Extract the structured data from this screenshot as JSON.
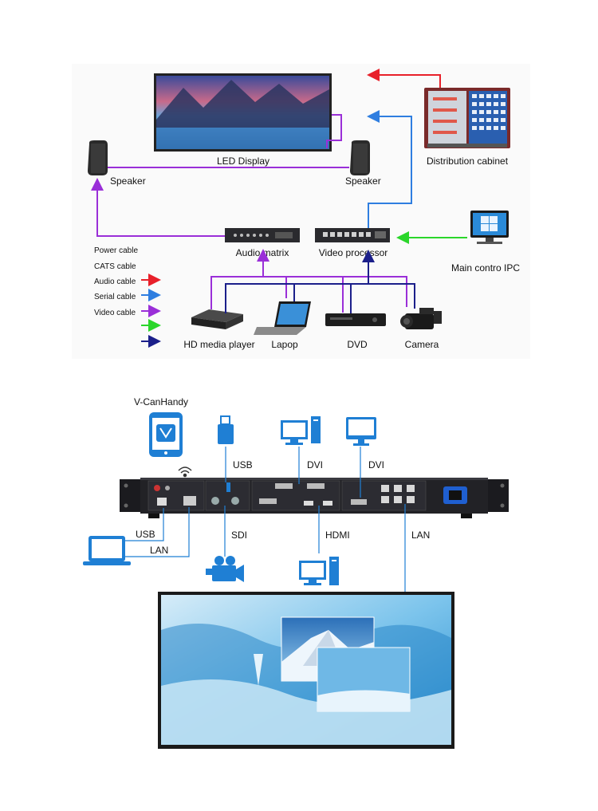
{
  "top": {
    "led_display": "LED  Display",
    "distribution_cabinet": "Distribution cabinet",
    "speaker_left": "Speaker",
    "speaker_right": "Speaker",
    "audio_matrix": "Audio matrix",
    "video_processor": "Video processor",
    "main_ipc": "Main contro IPC",
    "hd_player": "HD media player",
    "laptop": "Lapop",
    "dvd": "DVD",
    "camera": "Camera"
  },
  "legend": {
    "items": [
      "Power cable",
      "CATS cable",
      "Audio cable",
      "Serial cable",
      "Video cable"
    ],
    "arrow_colors": [
      "#e8202a",
      "#2f7ee0",
      "#9a2fd8",
      "#2bd62b",
      "#1b1f8a"
    ]
  },
  "bottom": {
    "app_label": "V-CanHandy",
    "usb_top": "USB",
    "dvi_1": "DVI",
    "dvi_2": "DVI",
    "usb_left": "USB",
    "lan_left": "LAN",
    "sdi": "SDI",
    "hdmi": "HDMI",
    "lan_right": "LAN"
  },
  "colors": {
    "power": "#e8202a",
    "serial": "#2f7ee0",
    "video": "#9a2fd8",
    "lan_green": "#2bd62b",
    "navy": "#1b1f8a",
    "device_blue": "#1f7fd4"
  }
}
